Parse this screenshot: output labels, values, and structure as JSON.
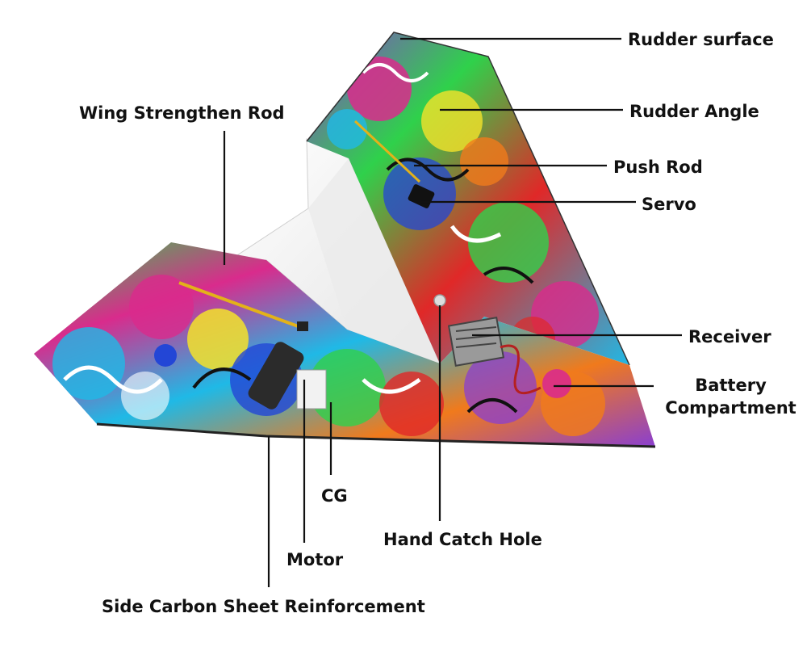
{
  "colors": {
    "label_text": "#111111",
    "leader_line": "#111111",
    "foam_white": "#f2f2f2",
    "graffiti_magenta": "#d92b8c",
    "graffiti_green": "#2fd14b",
    "graffiti_blue": "#2346d6",
    "graffiti_orange": "#f07a1c",
    "graffiti_purple": "#8a3fd0",
    "graffiti_cyan": "#1fb9e6",
    "graffiti_yellow": "#f4e22a",
    "graffiti_red": "#e02828"
  },
  "labels": {
    "rudder_surface": "Rudder surface",
    "rudder_angle": "Rudder Angle",
    "push_rod": "Push Rod",
    "servo": "Servo",
    "receiver": "Receiver",
    "battery_line1": "Battery",
    "battery_line2": "Compartment",
    "wing_strengthen_rod": "Wing Strengthen Rod",
    "cg": "CG",
    "motor": "Motor",
    "hand_catch_hole": "Hand Catch Hole",
    "side_carbon": "Side Carbon Sheet Reinforcement"
  }
}
